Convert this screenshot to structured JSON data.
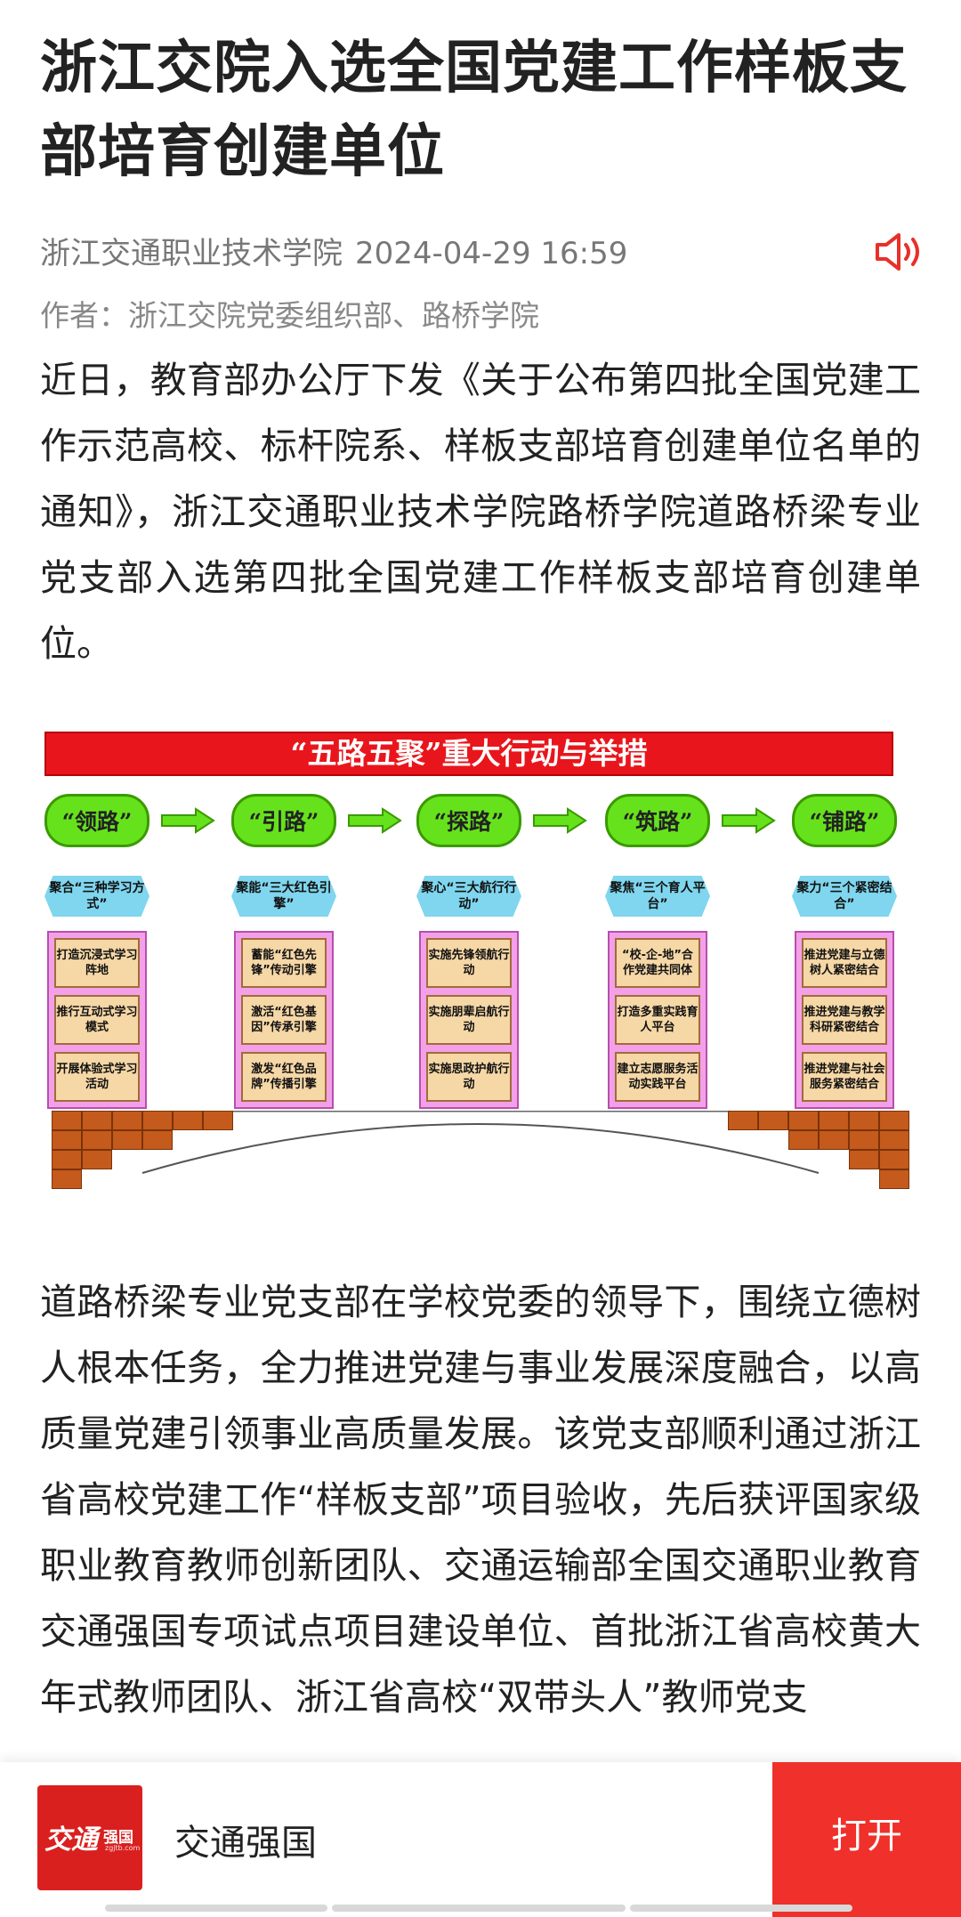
{
  "article": {
    "title": "浙江交院入选全国党建工作样板支部培育创建单位",
    "source": "浙江交通职业技术学院",
    "date": "2024-04-29 16:59",
    "author": "作者：浙江交院党委组织部、路桥学院",
    "para1": "近日，教育部办公厅下发《关于公布第四批全国党建工作示范高校、标杆院系、样板支部培育创建单位名单的通知》，浙江交通职业技术学院路桥学院道路桥梁专业党支部入选第四批全国党建工作样板支部培育创建单位。",
    "para2": "道路桥梁专业党支部在学校党委的领导下，围绕立德树人根本任务，全力推进党建与事业发展深度融合，以高质量党建引领事业高质量发展。该党支部顺利通过浙江省高校党建工作“样板支部”项目验收，先后获评国家级职业教育教师创新团队、交通运输部全国交通职业教育交通强国专项试点项目建设单位、首批浙江省高校黄大年式教师团队、浙江省高校“双带头人”教师党支"
  },
  "diagram": {
    "banner": "“五路五聚”重大行动与举措",
    "columns": [
      {
        "road": "“领路”",
        "gather": "聚合“三种学习方式”",
        "items": [
          "打造沉浸式学习阵地",
          "推行互动式学习模式",
          "开展体验式学习活动"
        ]
      },
      {
        "road": "“引路”",
        "gather": "聚能“三大红色引擎”",
        "items": [
          "蓄能“红色先锋”传动引擎",
          "激活“红色基因”传承引擎",
          "激发“红色品牌”传播引擎"
        ]
      },
      {
        "road": "“探路”",
        "gather": "聚心“三大航行行动”",
        "items": [
          "实施先锋领航行动",
          "实施朋辈启航行动",
          "实施思政护航行动"
        ]
      },
      {
        "road": "“筑路”",
        "gather": "聚焦“三个育人平台”",
        "items": [
          "“校-企-地”合作党建共同体",
          "打造多重实践育人平台",
          "建立志愿服务活动实践平台"
        ]
      },
      {
        "road": "“铺路”",
        "gather": "聚力“三个紧密结合”",
        "items": [
          "推进党建与立德树人紧密结合",
          "推进党建与教学科研紧密结合",
          "推进党建与社会服务紧密结合"
        ]
      }
    ]
  },
  "bottom_bar": {
    "logo_text": "交通",
    "logo_text2": "强国",
    "logo_sub": "zgjtb.com",
    "app_name": "交通强国",
    "open_label": "打开"
  },
  "colors": {
    "banner_red": "#e8161c",
    "road_green": "#66e21c",
    "open_button": "#f0302a",
    "speaker_icon": "#e8302a"
  }
}
